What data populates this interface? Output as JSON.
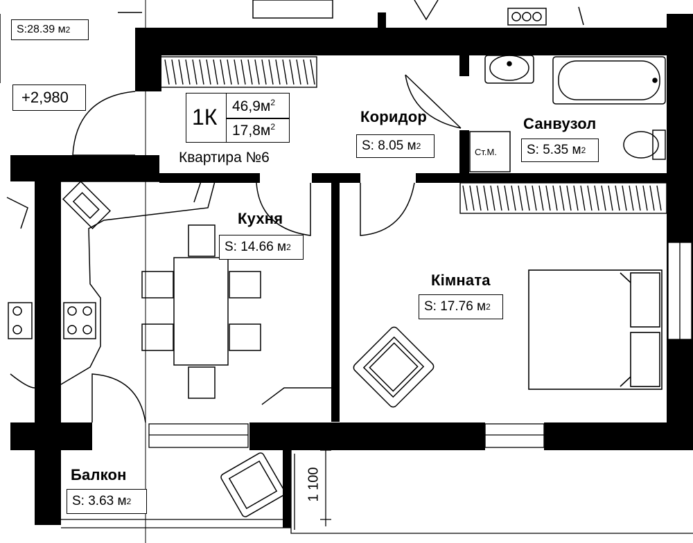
{
  "apartment": {
    "type_label": "1К",
    "total_area": "46,9м",
    "living_area": "17,8м",
    "area_unit_sup": "2",
    "name": "Квартира №6"
  },
  "neighbor": {
    "area_label": "S:28.39 м",
    "area_sup": "2",
    "elevation": "+2,980"
  },
  "rooms": {
    "corridor": {
      "name": "Коридор",
      "area": "S: 8.05 м",
      "sup": "2"
    },
    "bathroom": {
      "name": "Санвузол",
      "area": "S: 5.35 м",
      "sup": "2"
    },
    "kitchen": {
      "name": "Кухня",
      "area": "S: 14.66 м",
      "sup": "2"
    },
    "room": {
      "name": "Кімната",
      "area": "S: 17.76 м",
      "sup": "2"
    },
    "balcony": {
      "name": "Балкон",
      "area": "S: 3.63 м",
      "sup": "2"
    }
  },
  "fixtures": {
    "washing_machine": "Ст.М."
  },
  "dimensions": {
    "balcony_depth": "1 100"
  },
  "colors": {
    "wall": "#000000",
    "background": "#ffffff",
    "line": "#000000"
  }
}
